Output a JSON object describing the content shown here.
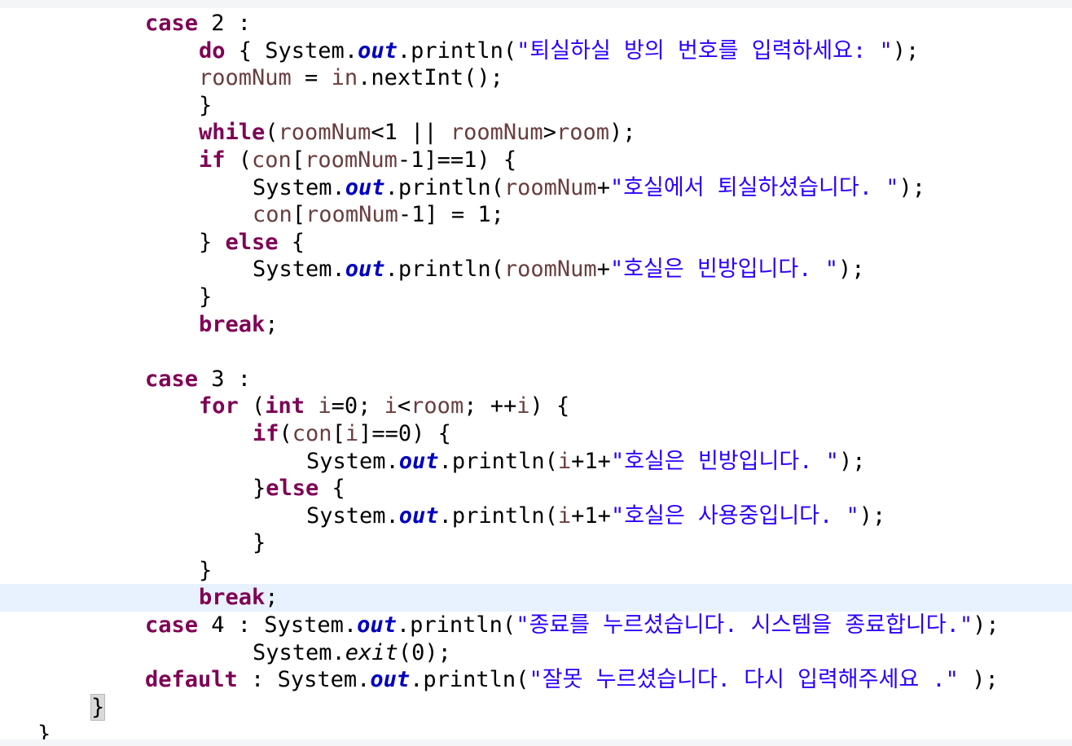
{
  "editor": {
    "colors": {
      "keyword": "#7f0055",
      "field": "#0000c0",
      "string": "#2a00ff",
      "local_variable": "#6a3e3e",
      "current_line": "#e8f2fe"
    },
    "lines": [
      {
        "indent": 2,
        "tokens": [
          {
            "t": "kw",
            "v": "case"
          },
          {
            "v": " 2 :"
          }
        ]
      },
      {
        "indent": 3,
        "tokens": [
          {
            "t": "kw",
            "v": "do"
          },
          {
            "v": " { System."
          },
          {
            "t": "fld",
            "v": "out"
          },
          {
            "v": ".println("
          },
          {
            "t": "str",
            "v": "\"퇴실하실 방의 번호를 입력하세요: \""
          },
          {
            "v": ");"
          }
        ]
      },
      {
        "indent": 3,
        "tokens": [
          {
            "t": "var",
            "v": "roomNum"
          },
          {
            "v": " = "
          },
          {
            "t": "var",
            "v": "in"
          },
          {
            "v": ".nextInt();"
          }
        ]
      },
      {
        "indent": 3,
        "tokens": [
          {
            "v": "}"
          }
        ]
      },
      {
        "indent": 3,
        "tokens": [
          {
            "t": "kw",
            "v": "while"
          },
          {
            "v": "("
          },
          {
            "t": "var",
            "v": "roomNum"
          },
          {
            "v": "<1 || "
          },
          {
            "t": "var",
            "v": "roomNum"
          },
          {
            "v": ">"
          },
          {
            "t": "var",
            "v": "room"
          },
          {
            "v": ");"
          }
        ]
      },
      {
        "indent": 3,
        "tokens": [
          {
            "t": "kw",
            "v": "if"
          },
          {
            "v": " ("
          },
          {
            "t": "var",
            "v": "con"
          },
          {
            "v": "["
          },
          {
            "t": "var",
            "v": "roomNum"
          },
          {
            "v": "-1]==1) {"
          }
        ]
      },
      {
        "indent": 4,
        "tokens": [
          {
            "v": "System."
          },
          {
            "t": "fld",
            "v": "out"
          },
          {
            "v": ".println("
          },
          {
            "t": "var",
            "v": "roomNum"
          },
          {
            "v": "+"
          },
          {
            "t": "str",
            "v": "\"호실에서 퇴실하셨습니다. \""
          },
          {
            "v": ");"
          }
        ]
      },
      {
        "indent": 4,
        "tokens": [
          {
            "t": "var",
            "v": "con"
          },
          {
            "v": "["
          },
          {
            "t": "var",
            "v": "roomNum"
          },
          {
            "v": "-1] = 1;"
          }
        ]
      },
      {
        "indent": 3,
        "tokens": [
          {
            "v": "} "
          },
          {
            "t": "kw",
            "v": "else"
          },
          {
            "v": " {"
          }
        ]
      },
      {
        "indent": 4,
        "tokens": [
          {
            "v": "System."
          },
          {
            "t": "fld",
            "v": "out"
          },
          {
            "v": ".println("
          },
          {
            "t": "var",
            "v": "roomNum"
          },
          {
            "v": "+"
          },
          {
            "t": "str",
            "v": "\"호실은 빈방입니다. \""
          },
          {
            "v": ");"
          }
        ]
      },
      {
        "indent": 3,
        "tokens": [
          {
            "v": "}"
          }
        ]
      },
      {
        "indent": 3,
        "tokens": [
          {
            "t": "kw",
            "v": "break"
          },
          {
            "v": ";"
          }
        ]
      },
      {
        "indent": 0,
        "tokens": []
      },
      {
        "indent": 2,
        "tokens": [
          {
            "t": "kw",
            "v": "case"
          },
          {
            "v": " 3 :"
          }
        ]
      },
      {
        "indent": 3,
        "tokens": [
          {
            "t": "kw",
            "v": "for"
          },
          {
            "v": " ("
          },
          {
            "t": "kw",
            "v": "int"
          },
          {
            "v": " "
          },
          {
            "t": "var",
            "v": "i"
          },
          {
            "v": "=0; "
          },
          {
            "t": "var",
            "v": "i"
          },
          {
            "v": "<"
          },
          {
            "t": "var",
            "v": "room"
          },
          {
            "v": "; ++"
          },
          {
            "t": "var",
            "v": "i"
          },
          {
            "v": ") {"
          }
        ]
      },
      {
        "indent": 4,
        "tokens": [
          {
            "t": "kw",
            "v": "if"
          },
          {
            "v": "("
          },
          {
            "t": "var",
            "v": "con"
          },
          {
            "v": "["
          },
          {
            "t": "var",
            "v": "i"
          },
          {
            "v": "]==0) {"
          }
        ]
      },
      {
        "indent": 5,
        "tokens": [
          {
            "v": "System."
          },
          {
            "t": "fld",
            "v": "out"
          },
          {
            "v": ".println("
          },
          {
            "t": "var",
            "v": "i"
          },
          {
            "v": "+1+"
          },
          {
            "t": "str",
            "v": "\"호실은 빈방입니다. \""
          },
          {
            "v": ");"
          }
        ]
      },
      {
        "indent": 4,
        "tokens": [
          {
            "v": "}"
          },
          {
            "t": "kw",
            "v": "else"
          },
          {
            "v": " {"
          }
        ]
      },
      {
        "indent": 5,
        "tokens": [
          {
            "v": "System."
          },
          {
            "t": "fld",
            "v": "out"
          },
          {
            "v": ".println("
          },
          {
            "t": "var",
            "v": "i"
          },
          {
            "v": "+1+"
          },
          {
            "t": "str",
            "v": "\"호실은 사용중입니다. \""
          },
          {
            "v": ");"
          }
        ]
      },
      {
        "indent": 4,
        "tokens": [
          {
            "v": "}"
          }
        ]
      },
      {
        "indent": 3,
        "tokens": [
          {
            "v": "}"
          }
        ]
      },
      {
        "indent": 3,
        "current": true,
        "tokens": [
          {
            "t": "kw",
            "v": "break"
          },
          {
            "v": ";"
          }
        ]
      },
      {
        "indent": 2,
        "tokens": [
          {
            "t": "kw",
            "v": "case"
          },
          {
            "v": " 4 : System."
          },
          {
            "t": "fld",
            "v": "out"
          },
          {
            "v": ".println("
          },
          {
            "t": "str",
            "v": "\"종료를 누르셨습니다. 시스템을 종료합니다.\""
          },
          {
            "v": ");"
          }
        ]
      },
      {
        "indent": 4,
        "tokens": [
          {
            "v": "System."
          },
          {
            "t": "sm",
            "v": "exit"
          },
          {
            "v": "(0);"
          }
        ]
      },
      {
        "indent": 2,
        "tokens": [
          {
            "t": "kw",
            "v": "default"
          },
          {
            "v": " : System."
          },
          {
            "t": "fld",
            "v": "out"
          },
          {
            "v": ".println("
          },
          {
            "t": "str",
            "v": "\"잘못 누르셨습니다. 다시 입력해주세요 .\""
          },
          {
            "v": " );"
          }
        ]
      },
      {
        "indent": 1,
        "tokens": [
          {
            "t": "match",
            "v": "}"
          }
        ]
      },
      {
        "indent": 0,
        "tokens": [
          {
            "v": "}"
          }
        ]
      }
    ]
  }
}
